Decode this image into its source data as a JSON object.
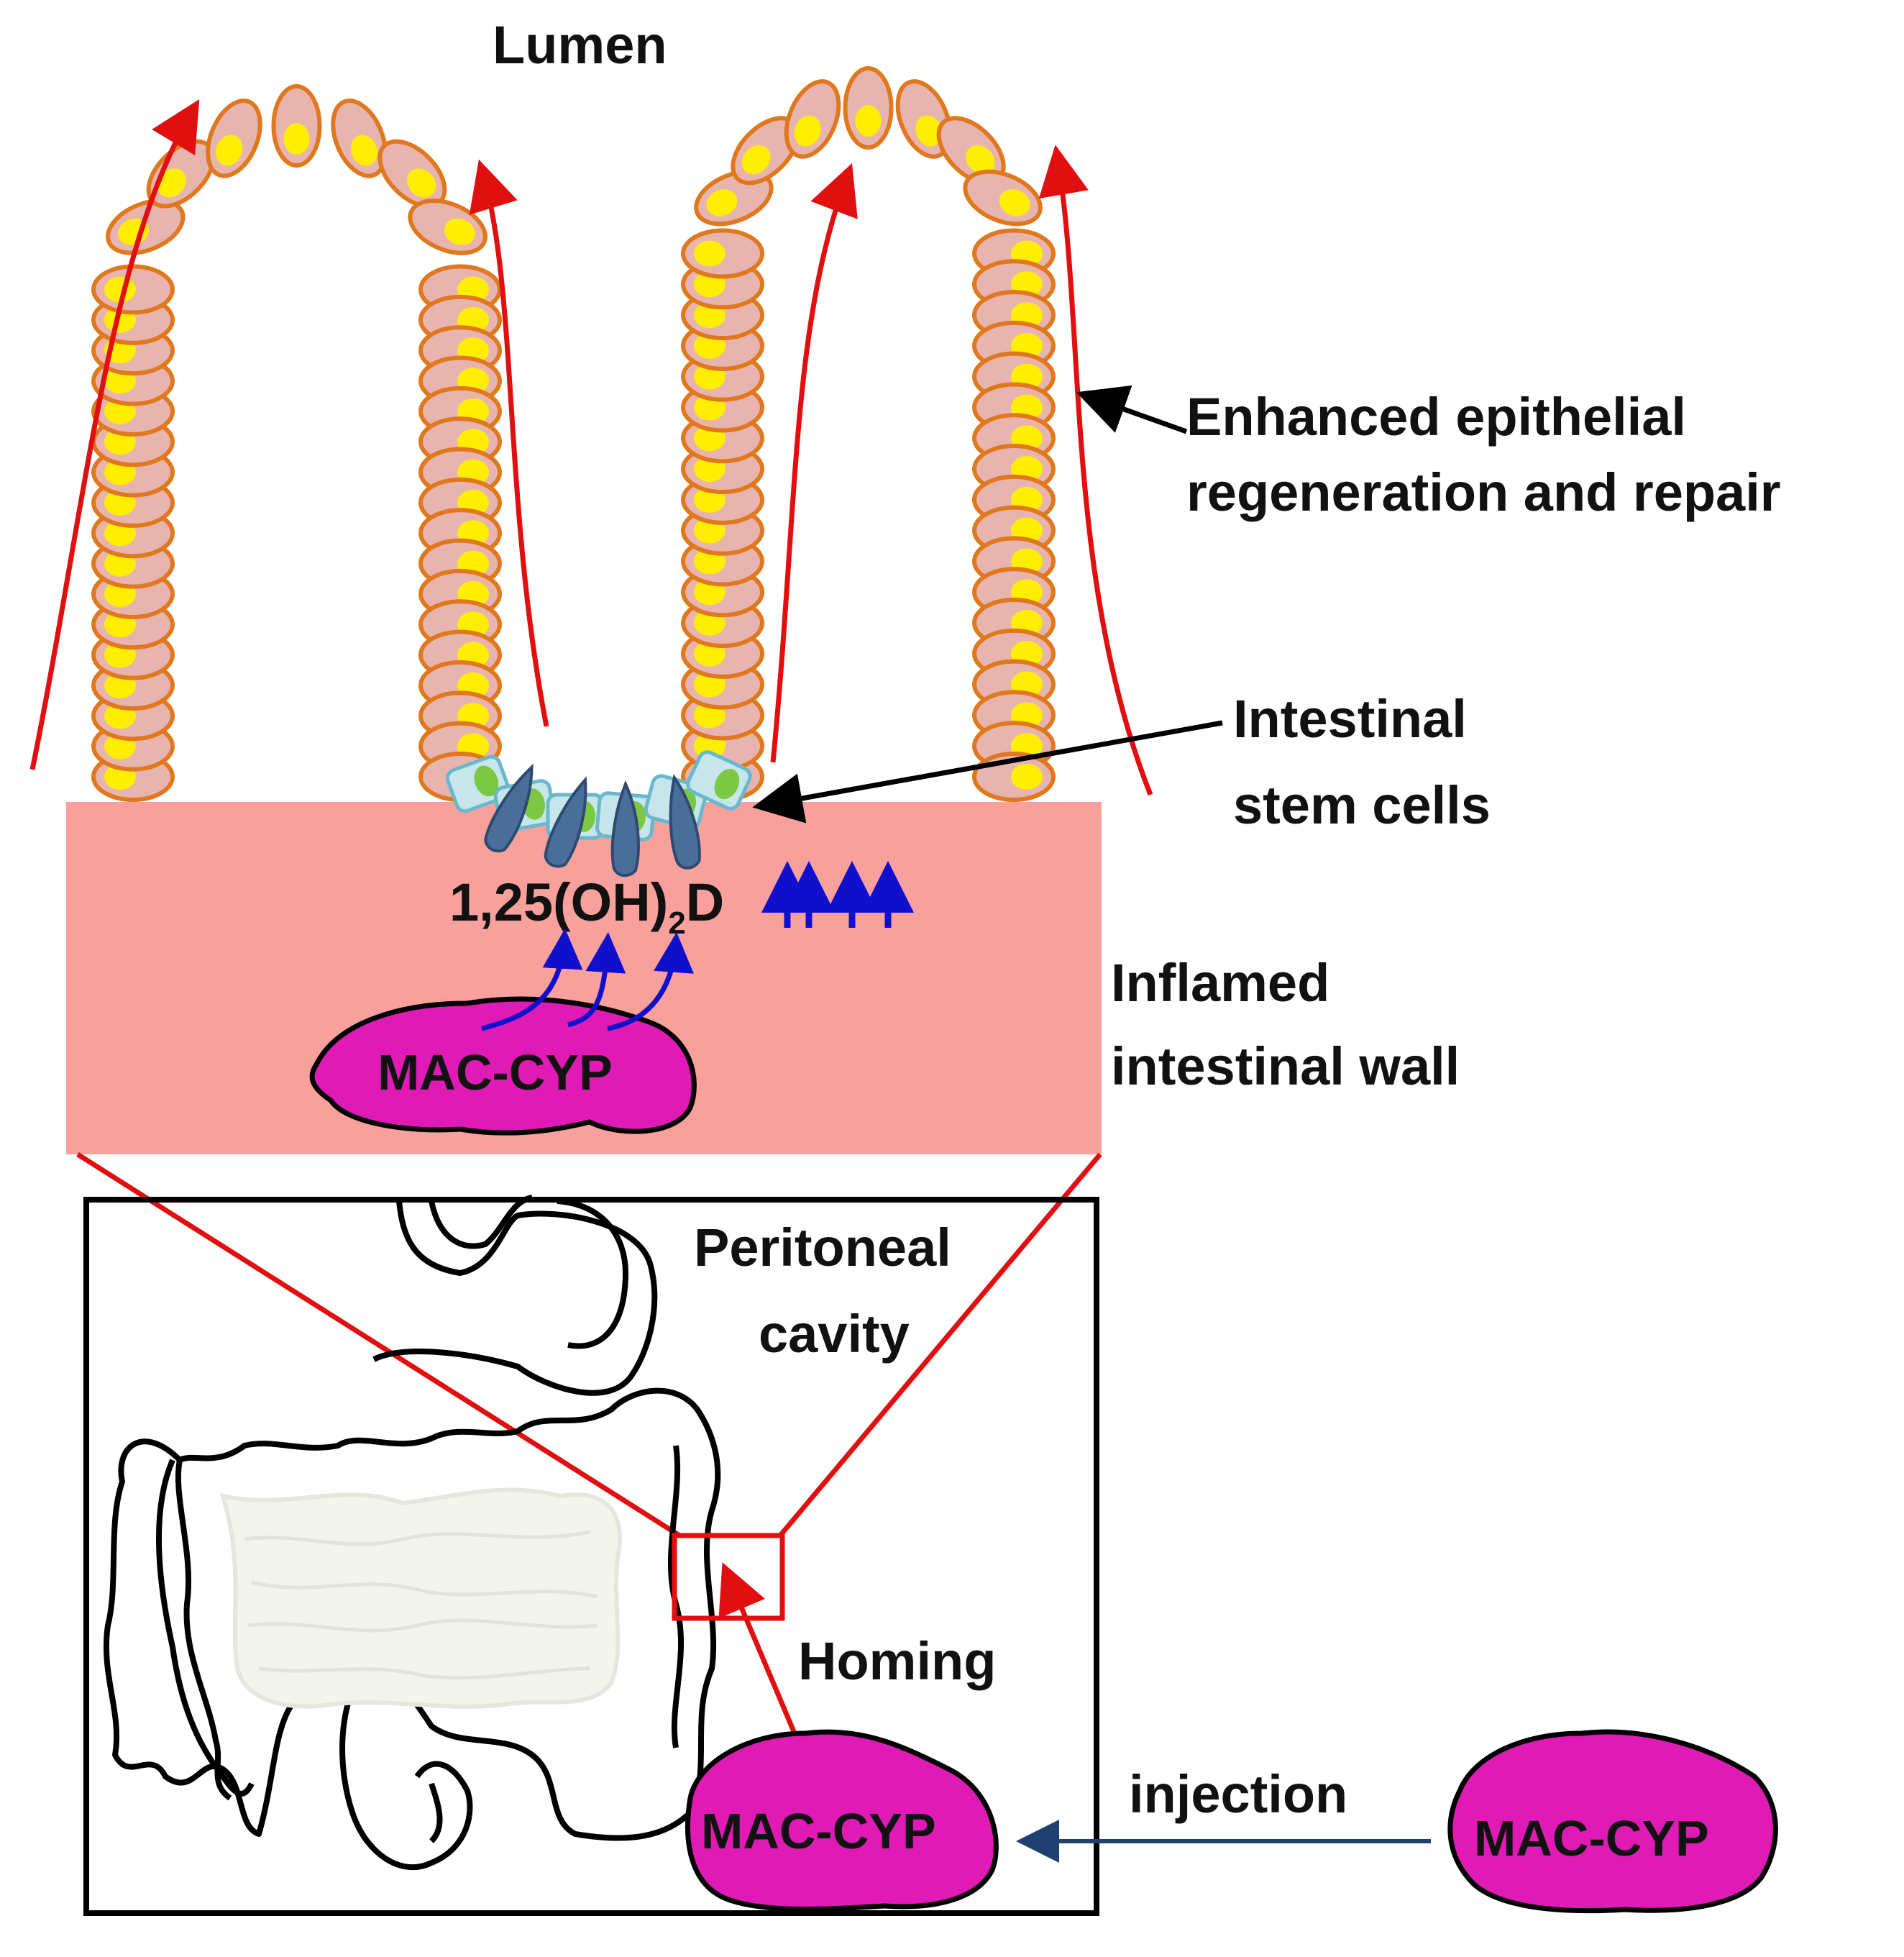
{
  "labels": {
    "lumen": "Lumen",
    "enhanced_line1": "Enhanced epithelial",
    "enhanced_line2": "regeneration and repair",
    "stem_line1": "Intestinal",
    "stem_line2": "stem cells",
    "vitd_main": "1,25(OH)",
    "vitd_sub": "2",
    "vitd_end": "D",
    "inflamed_line1": "Inflamed",
    "inflamed_line2": "intestinal wall",
    "peritoneal_line1": "Peritoneal",
    "peritoneal_line2": "cavity",
    "homing": "Homing",
    "injection": "injection",
    "mac_wall": "MAC-CYP",
    "mac_cavity": "MAC-CYP",
    "mac_outside": "MAC-CYP"
  },
  "colors": {
    "cell_fill": "#e8b4b0",
    "cell_border": "#e0781e",
    "nucleus": "#ffee00",
    "stem_cell_fill": "#c6e6ec",
    "stem_cell_border": "#6ab8cc",
    "stem_nucleus": "#7cc843",
    "stem_spindle": "#4a6e9a",
    "inflamed_wall": "#f8a09c",
    "macrophage": "#e01ab5",
    "red_arrow": "#e01010",
    "blue_arrow": "#1010cc",
    "injection_arrow": "#1f3f6e",
    "small_intestine": "#ebebe6"
  },
  "icons": [
    "villus-cell",
    "stem-cell",
    "macrophage-blob",
    "up-arrow",
    "curved-arrow",
    "intestine-outline"
  ]
}
